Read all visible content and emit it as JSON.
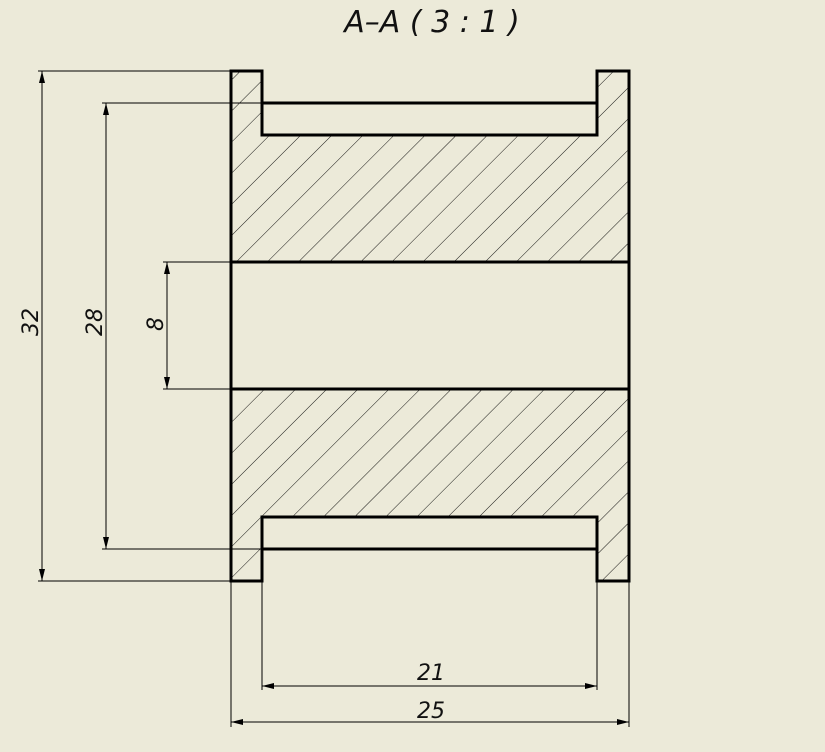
{
  "title": "A–A ( 3 : 1 )",
  "dimensions": {
    "outer_diameter": "32",
    "groove_diameter": "28",
    "bore_diameter": "8",
    "inner_width": "21",
    "overall_width": "25"
  },
  "colors": {
    "background": "#ecead9",
    "line": "#000000"
  }
}
